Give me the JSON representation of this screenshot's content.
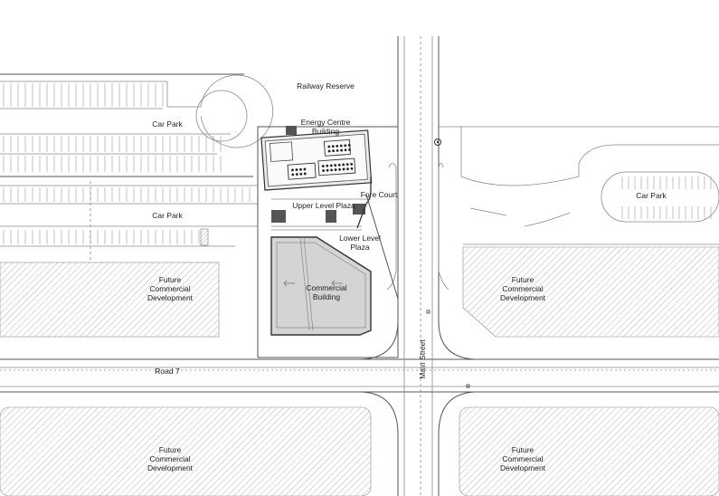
{
  "labels": {
    "railway_reserve": "Railway Reserve",
    "energy_centre": "Energy Centre\nBuilding",
    "car_park_north": "Car Park",
    "car_park_middle": "Car Park",
    "car_park_east": "Car Park",
    "fore_court": "Fore Court",
    "upper_plaza": "Upper Level Plaza",
    "lower_plaza": "Lower Level\nPlaza",
    "commercial_building": "Commercial\nBuilding",
    "future_nw": "Future\nCommercial\nDevelopment",
    "future_ne": "Future\nCommercial\nDevelopment",
    "future_sw": "Future\nCommercial\nDevelopment",
    "future_se": "Future\nCommercial\nDevelopment",
    "road_7": "Road 7",
    "main_street": "Main Street"
  },
  "colors": {
    "line": "#555555",
    "light_line": "#8a8a8a",
    "hatch": "#9a9a9a",
    "building_fill": "#d4d4d4",
    "background": "#ffffff"
  }
}
